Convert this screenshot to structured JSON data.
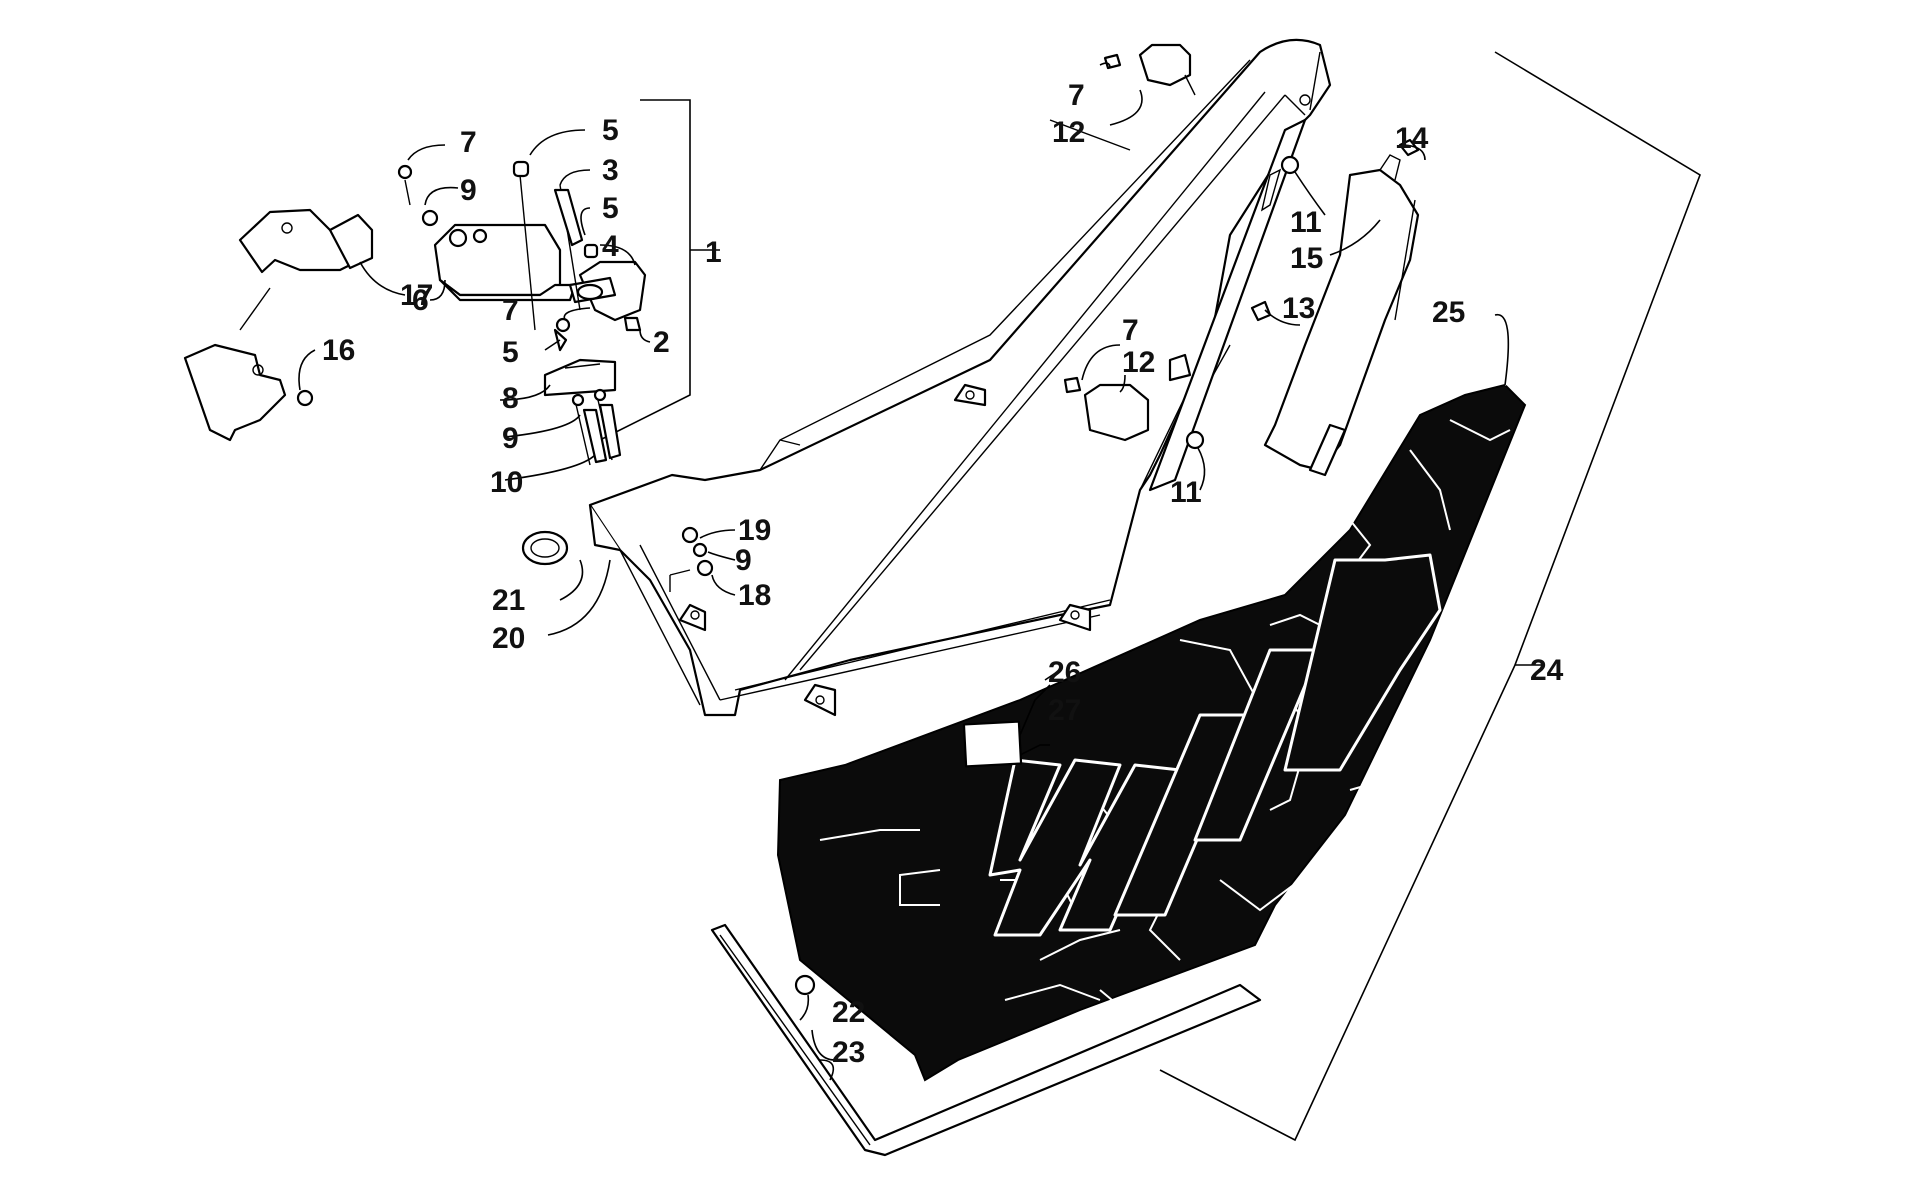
{
  "diagram": {
    "callouts": [
      {
        "id": "c1",
        "label": "1"
      },
      {
        "id": "c2",
        "label": "2"
      },
      {
        "id": "c3",
        "label": "3"
      },
      {
        "id": "c4",
        "label": "4"
      },
      {
        "id": "c5a",
        "label": "5"
      },
      {
        "id": "c5b",
        "label": "5"
      },
      {
        "id": "c5c",
        "label": "5"
      },
      {
        "id": "c6",
        "label": "6"
      },
      {
        "id": "c7a",
        "label": "7"
      },
      {
        "id": "c7b",
        "label": "7"
      },
      {
        "id": "c7c",
        "label": "7"
      },
      {
        "id": "c7d",
        "label": "7"
      },
      {
        "id": "c8",
        "label": "8"
      },
      {
        "id": "c9a",
        "label": "9"
      },
      {
        "id": "c9b",
        "label": "9"
      },
      {
        "id": "c9c",
        "label": "9"
      },
      {
        "id": "c10",
        "label": "10"
      },
      {
        "id": "c11a",
        "label": "11"
      },
      {
        "id": "c11b",
        "label": "11"
      },
      {
        "id": "c12a",
        "label": "12"
      },
      {
        "id": "c12b",
        "label": "12"
      },
      {
        "id": "c13",
        "label": "13"
      },
      {
        "id": "c14",
        "label": "14"
      },
      {
        "id": "c15",
        "label": "15"
      },
      {
        "id": "c16",
        "label": "16"
      },
      {
        "id": "c17",
        "label": "17"
      },
      {
        "id": "c18",
        "label": "18"
      },
      {
        "id": "c19",
        "label": "19"
      },
      {
        "id": "c20",
        "label": "20"
      },
      {
        "id": "c21",
        "label": "21"
      },
      {
        "id": "c22",
        "label": "22"
      },
      {
        "id": "c23",
        "label": "23"
      },
      {
        "id": "c24",
        "label": "24"
      },
      {
        "id": "c25",
        "label": "25"
      },
      {
        "id": "c26",
        "label": "26"
      },
      {
        "id": "c27",
        "label": "27"
      }
    ]
  }
}
